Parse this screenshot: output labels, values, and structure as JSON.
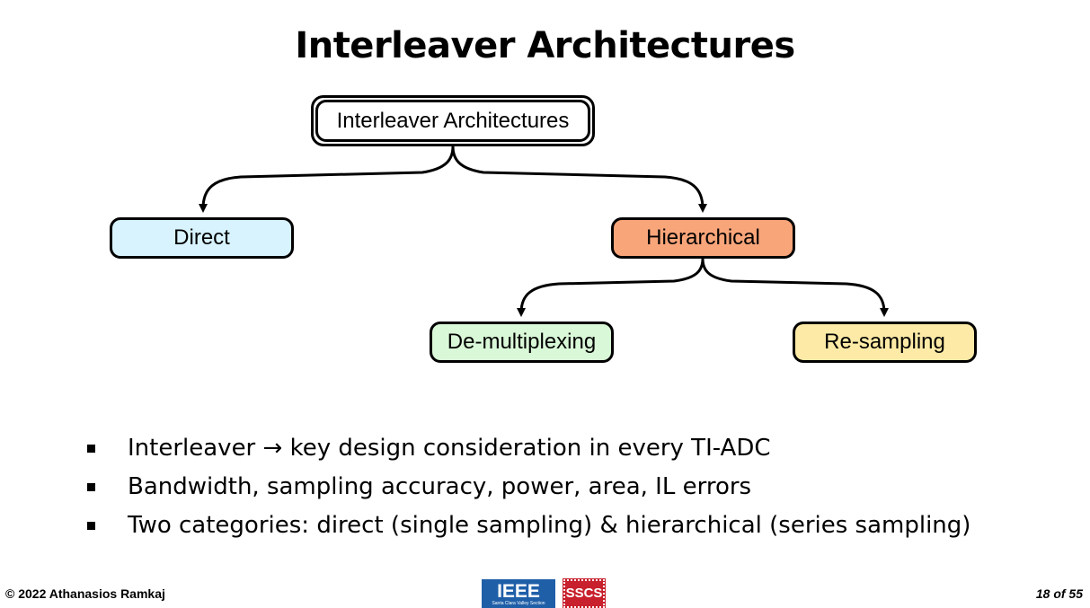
{
  "slide": {
    "title": "Interleaver Architectures"
  },
  "diagram": {
    "root": "Interleaver Architectures",
    "direct": "Direct",
    "hierarchical": "Hierarchical",
    "demultiplexing": "De-multiplexing",
    "resampling": "Re-sampling"
  },
  "colors": {
    "direct_fill": "#d8f3fd",
    "hierarchical_fill": "#f9a57a",
    "demultiplexing_fill": "#d9f8d7",
    "resampling_fill": "#fceaa6",
    "ieee_blue": "#1f5fa8",
    "sscs_red": "#c8202c"
  },
  "bullets": [
    "Interleaver → key design consideration in every TI-ADC",
    "Bandwidth, sampling accuracy, power, area, IL errors",
    "Two categories: direct (single sampling) & hierarchical (series sampling)"
  ],
  "footer": {
    "copyright": "© 2022 Athanasios Ramkaj",
    "page": "18 of 55",
    "logo_ieee": "IEEE",
    "logo_ieee_sub": "Santa Clara Valley Section",
    "logo_sscs": "SSCS"
  }
}
